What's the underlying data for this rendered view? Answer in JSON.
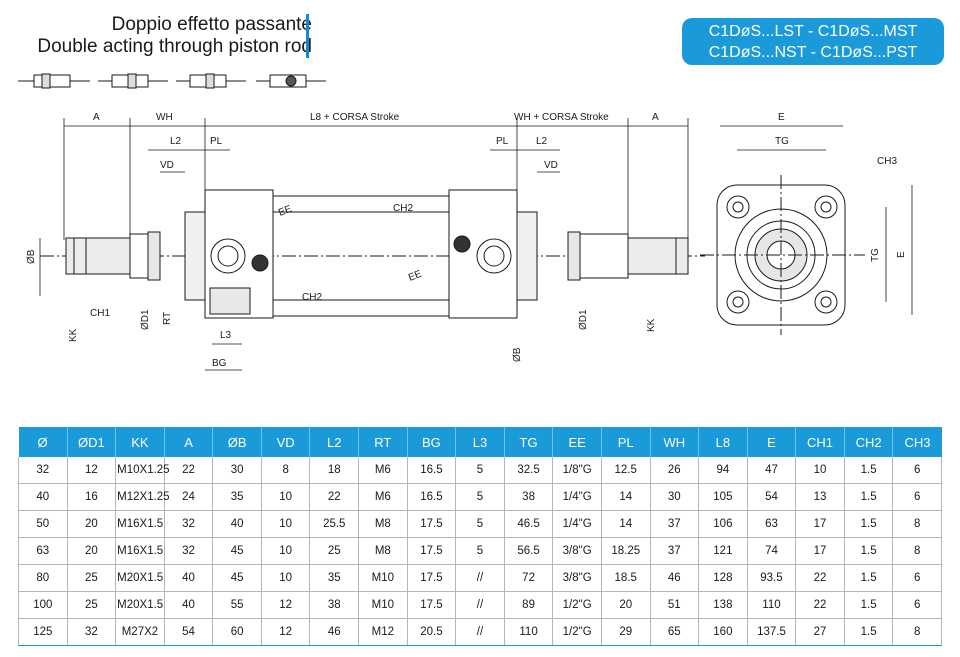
{
  "header": {
    "title_it": "Doppio effetto passante",
    "title_en": "Double acting through piston rod"
  },
  "badge": {
    "line1": "C1DøS...LST - C1DøS...MST",
    "line2": "C1DøS...NST - C1DøS...PST"
  },
  "drawing_labels": {
    "A": "A",
    "WH": "WH",
    "L8_stroke": "L8 + CORSA Stroke",
    "WH_stroke": "WH + CORSA Stroke",
    "L2": "L2",
    "PL": "PL",
    "VD": "VD",
    "EE": "EE",
    "CH1": "CH1",
    "CH2": "CH2",
    "CH3": "CH3",
    "B": "ØB",
    "D1": "ØD1",
    "KK": "KK",
    "RT": "RT",
    "L3": "L3",
    "BG": "BG",
    "E": "E",
    "TG": "TG"
  },
  "colors": {
    "accent": "#1a9ad9",
    "dimension_line": "#1a1a1a"
  },
  "table": {
    "headers": [
      "Ø",
      "ØD1",
      "KK",
      "A",
      "ØB",
      "VD",
      "L2",
      "RT",
      "BG",
      "L3",
      "TG",
      "EE",
      "PL",
      "WH",
      "L8",
      "E",
      "CH1",
      "CH2",
      "CH3"
    ],
    "rows": [
      [
        "32",
        "12",
        "M10X1.25",
        "22",
        "30",
        "8",
        "18",
        "M6",
        "16.5",
        "5",
        "32.5",
        "1/8\"G",
        "12.5",
        "26",
        "94",
        "47",
        "10",
        "1.5",
        "6"
      ],
      [
        "40",
        "16",
        "M12X1.25",
        "24",
        "35",
        "10",
        "22",
        "M6",
        "16.5",
        "5",
        "38",
        "1/4\"G",
        "14",
        "30",
        "105",
        "54",
        "13",
        "1.5",
        "6"
      ],
      [
        "50",
        "20",
        "M16X1.5",
        "32",
        "40",
        "10",
        "25.5",
        "M8",
        "17.5",
        "5",
        "46.5",
        "1/4\"G",
        "14",
        "37",
        "106",
        "63",
        "17",
        "1.5",
        "8"
      ],
      [
        "63",
        "20",
        "M16X1.5",
        "32",
        "45",
        "10",
        "25",
        "M8",
        "17.5",
        "5",
        "56.5",
        "3/8\"G",
        "18.25",
        "37",
        "121",
        "74",
        "17",
        "1.5",
        "8"
      ],
      [
        "80",
        "25",
        "M20X1.5",
        "40",
        "45",
        "10",
        "35",
        "M10",
        "17.5",
        "//",
        "72",
        "3/8\"G",
        "18.5",
        "46",
        "128",
        "93.5",
        "22",
        "1.5",
        "6"
      ],
      [
        "100",
        "25",
        "M20X1.5",
        "40",
        "55",
        "12",
        "38",
        "M10",
        "17.5",
        "//",
        "89",
        "1/2\"G",
        "20",
        "51",
        "138",
        "110",
        "22",
        "1.5",
        "6"
      ],
      [
        "125",
        "32",
        "M27X2",
        "54",
        "60",
        "12",
        "46",
        "M12",
        "20.5",
        "//",
        "110",
        "1/2\"G",
        "29",
        "65",
        "160",
        "137.5",
        "27",
        "1.5",
        "8"
      ]
    ]
  }
}
